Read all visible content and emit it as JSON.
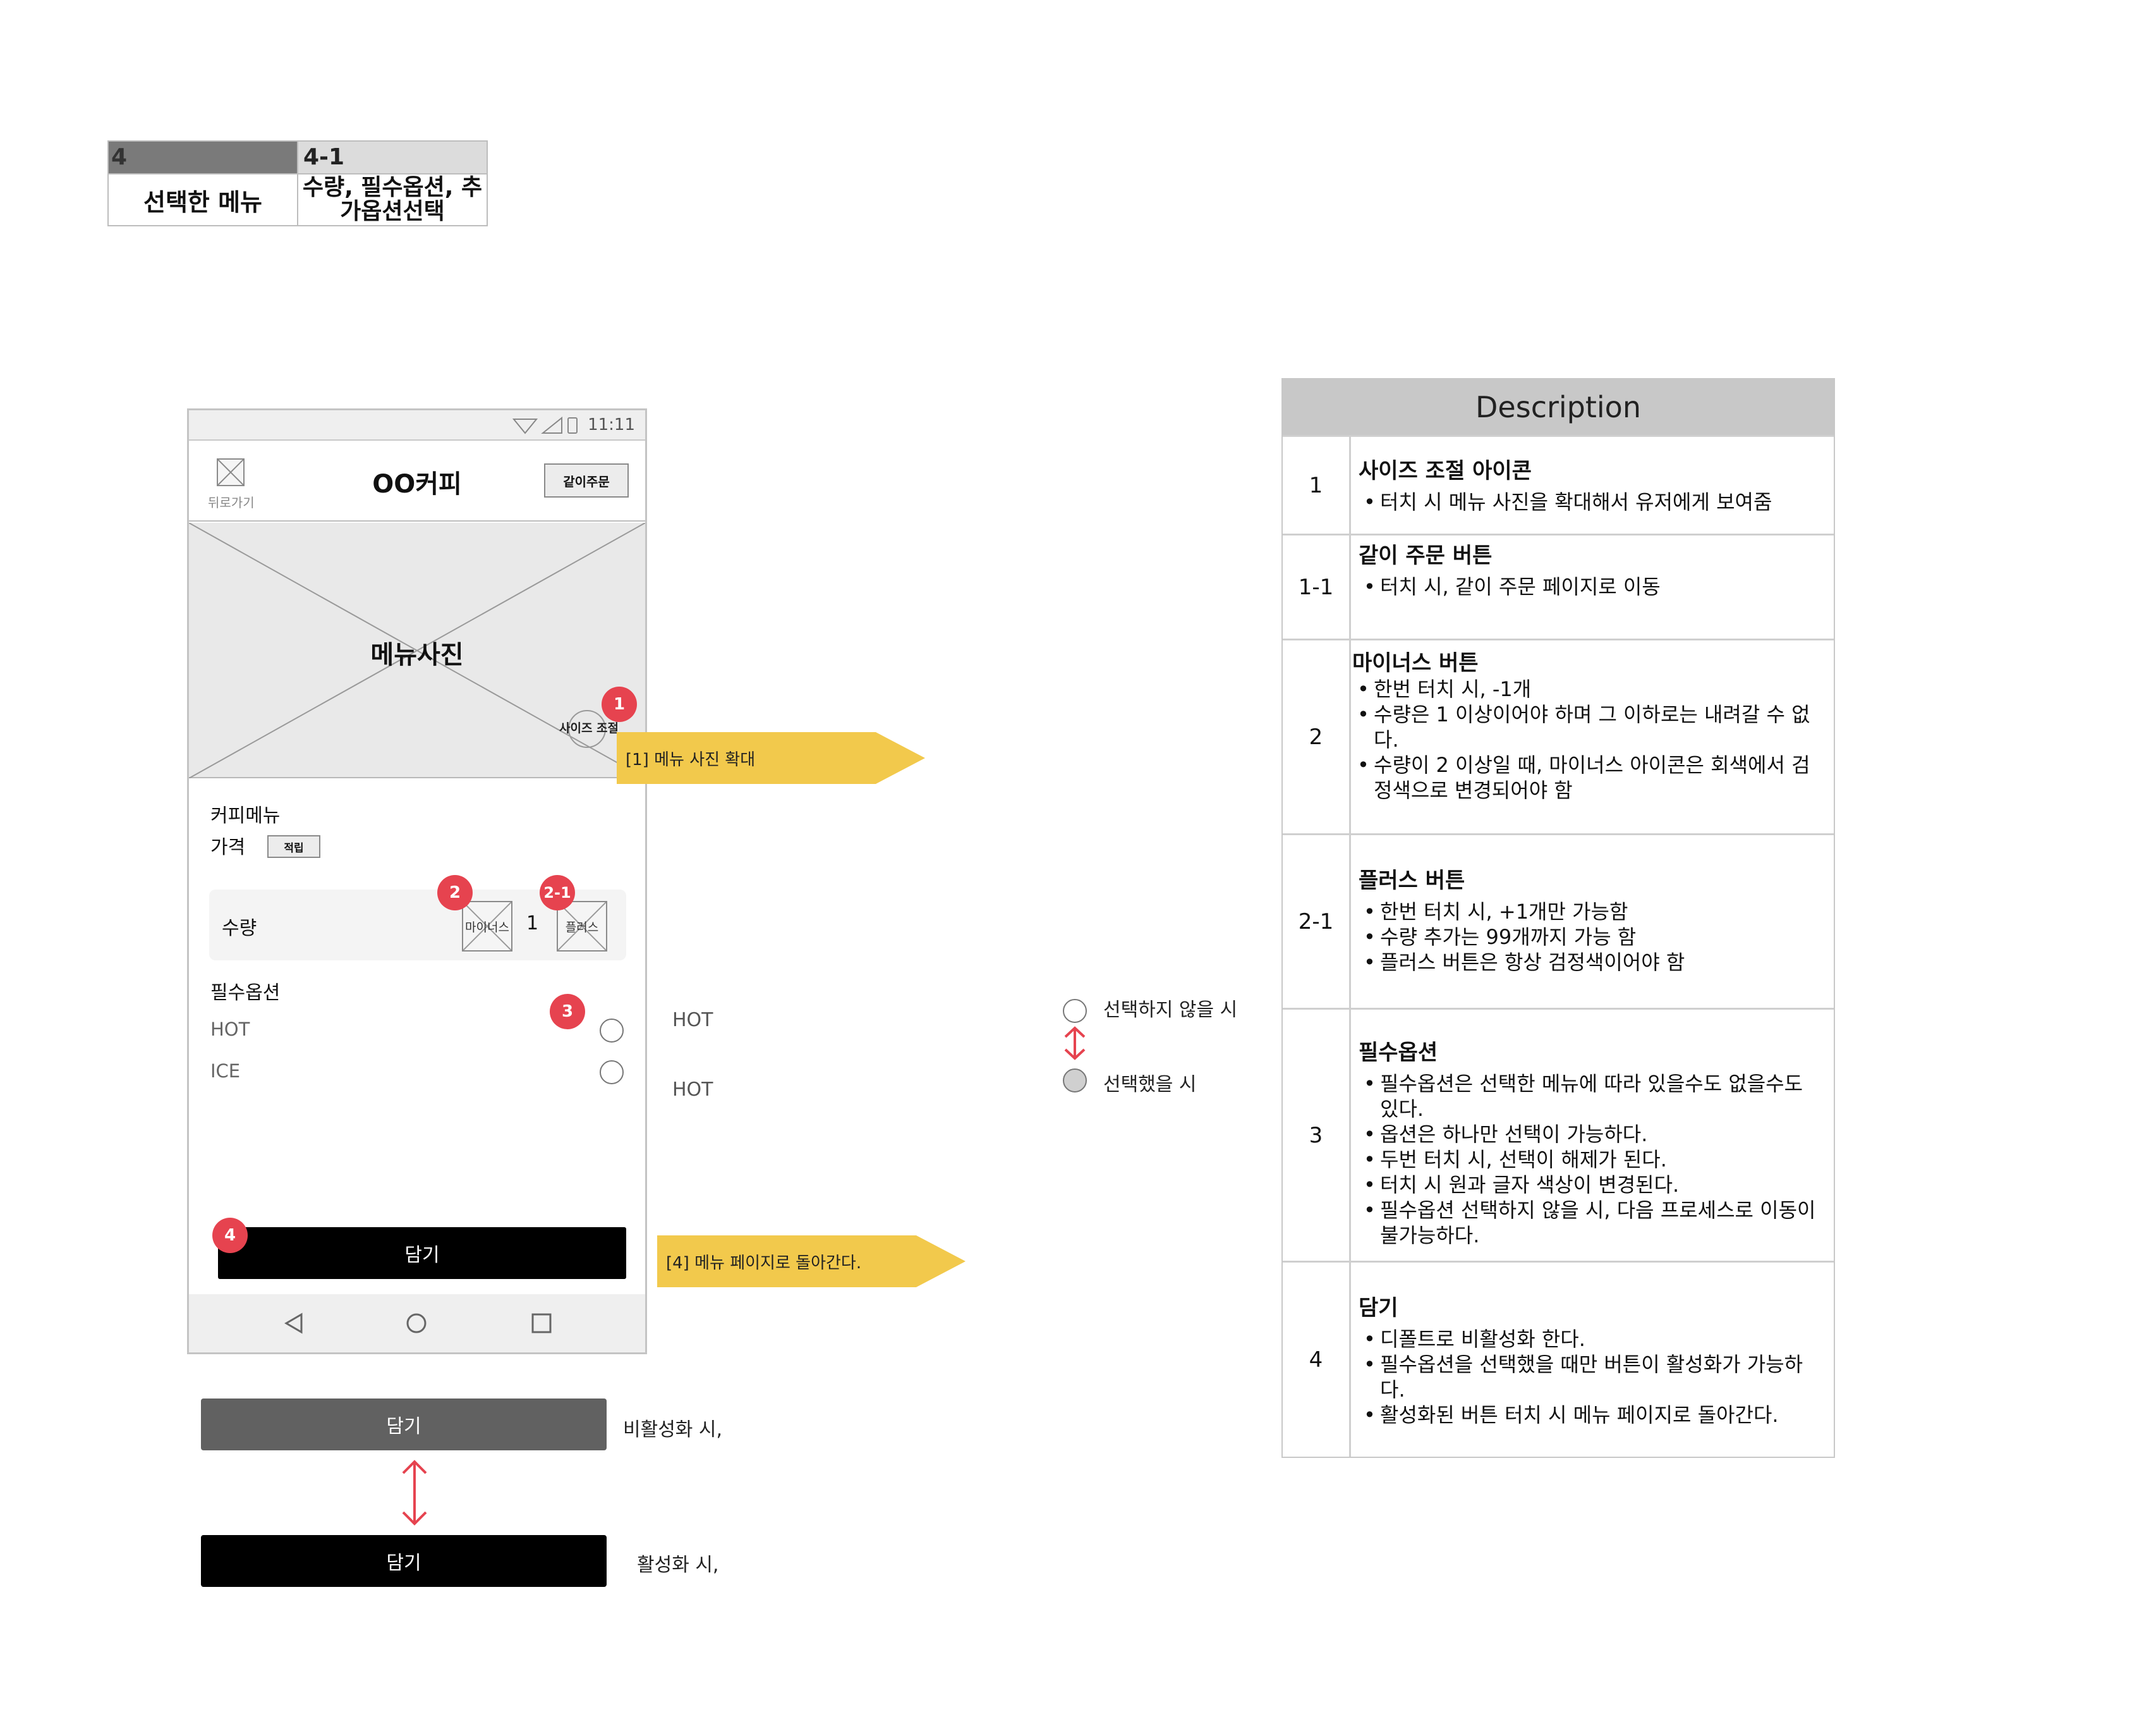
{
  "header": {
    "screen_number": "4",
    "sub_number": "4-1",
    "screen_title": "선택한 메뉴",
    "sub_title": "수량, 필수옵션, 추가옵션선택"
  },
  "phone": {
    "status_time": "11:11",
    "back_label": "뒤로가기",
    "app_title": "OO커피",
    "group_order_button": "같이주문",
    "photo_label": "메뉴사진",
    "size_control_label": "사이즈 조절",
    "menu_name": "커피메뉴",
    "price_label": "가격",
    "price_value": "적립",
    "quantity_label": "수량",
    "minus_label": "마이너스",
    "quantity_value": "1",
    "plus_label": "플러스",
    "required_option_label": "필수옵션",
    "options": [
      "HOT",
      "ICE"
    ],
    "add_button": "담기"
  },
  "badges": {
    "size": "1",
    "minus": "2",
    "plus": "2-1",
    "option": "3",
    "add": "4"
  },
  "callouts": {
    "photo": "[1] 메뉴 사진 확대",
    "add": "[4] 메뉴 페이지로 돌아간다."
  },
  "side_labels": [
    "HOT",
    "HOT"
  ],
  "radio_legend": {
    "unselected": "선택하지 않을 시",
    "selected": "선택했을 시"
  },
  "button_states": {
    "disabled_label": "담기",
    "disabled_caption": "비활성화 시,",
    "enabled_label": "담기",
    "enabled_caption": "활성화 시,"
  },
  "description": {
    "title": "Description",
    "rows": [
      {
        "num": "1",
        "title": "사이즈 조절 아이콘",
        "items": [
          "터치 시 메뉴 사진을 확대해서 유저에게 보여줌"
        ]
      },
      {
        "num": "1-1",
        "title": "같이 주문 버튼",
        "items": [
          "터치 시, 같이 주문 페이지로 이동"
        ]
      },
      {
        "num": "2",
        "title": "마이너스 버튼",
        "items": [
          "한번 터치 시, -1개",
          "수량은 1 이상이어야 하며 그 이하로는 내려갈 수 없다.",
          "수량이 2 이상일 때, 마이너스 아이콘은 회색에서 검정색으로 변경되어야 함"
        ]
      },
      {
        "num": "2-1",
        "title": "플러스 버튼",
        "items": [
          "한번 터치 시, +1개만 가능함",
          "수량 추가는 99개까지 가능 함",
          "플러스 버튼은 항상 검정색이어야 함"
        ]
      },
      {
        "num": "3",
        "title": "필수옵션",
        "items": [
          "필수옵션은 선택한 메뉴에 따라 있을수도 없을수도 있다.",
          "옵션은 하나만 선택이 가능하다.",
          "두번 터치 시, 선택이 해제가 된다.",
          "터치 시 원과 글자 색상이 변경된다.",
          "필수옵션 선택하지 않을 시, 다음 프로세스로 이동이 불가능하다."
        ]
      },
      {
        "num": "4",
        "title": "담기",
        "items": [
          "디폴트로 비활성화 한다.",
          "필수옵션을 선택했을 때만 버튼이 활성화가 가능하다.",
          "활성화된 버튼 터치 시 메뉴 페이지로 돌아간다."
        ]
      }
    ]
  },
  "colors": {
    "badge": "#e6434f",
    "callout": "#f2c94c",
    "disabled_button": "#616161",
    "enabled_button": "#000000",
    "arrow": "#e6434f"
  }
}
